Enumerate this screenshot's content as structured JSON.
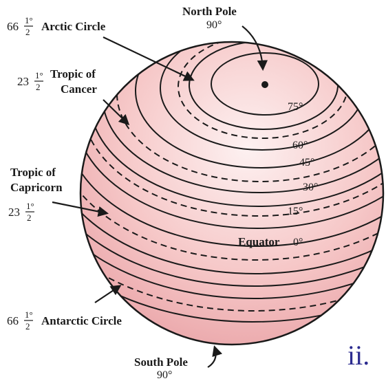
{
  "labels": {
    "north_pole": "North Pole",
    "north_pole_deg": "90°",
    "south_pole": "South Pole",
    "south_pole_deg": "90°",
    "arctic_circle": "Arctic Circle",
    "arctic_whole": "66",
    "tropic_cancer_line1": "Tropic of",
    "tropic_cancer_line2": "Cancer",
    "cancer_whole": "23",
    "tropic_capricorn_line1": "Tropic of",
    "tropic_capricorn_line2": "Capricorn",
    "capricorn_whole": "23",
    "antarctic_circle": "Antarctic Circle",
    "antarctic_whole": "66",
    "frac_num": "1°",
    "frac_den": "2",
    "equator": "Equator",
    "equator_deg": "0°",
    "figure_label": "ii."
  },
  "latitude_labels": [
    "75°",
    "60°",
    "45°",
    "30°",
    "15°"
  ],
  "colors": {
    "globe_light": "#fdf1f1",
    "globe_mid": "#f6c8c8",
    "globe_dark": "#e8a0a4",
    "figure_label": "#2b2b8f"
  }
}
